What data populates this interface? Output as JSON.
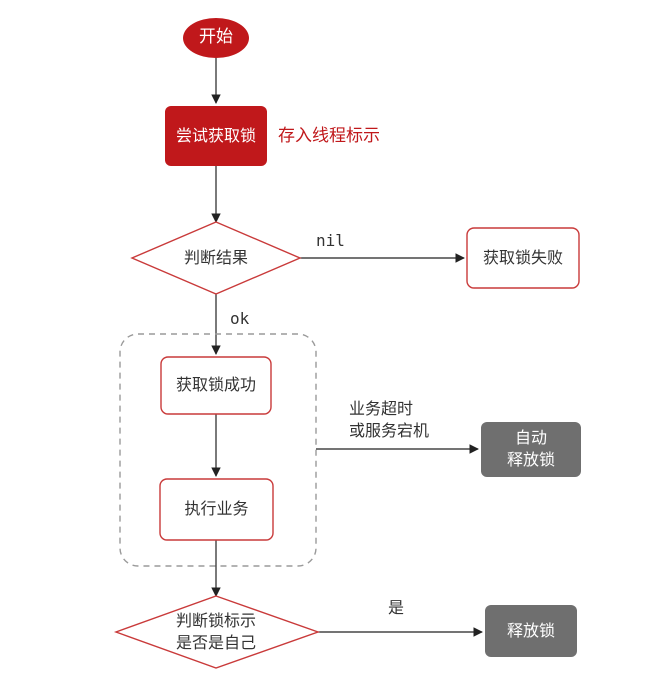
{
  "nodes": {
    "start": "开始",
    "try_lock": "尝试获取锁",
    "try_lock_note": "存入线程标示",
    "judge_result": "判断结果",
    "lock_failed": "获取锁失败",
    "lock_success": "获取锁成功",
    "execute_business": "执行业务",
    "auto_release_line1": "自动",
    "auto_release_line2": "释放锁",
    "judge_owner_line1": "判断锁标示",
    "judge_owner_line2": "是否是自己",
    "release_lock": "释放锁"
  },
  "edges": {
    "nil": "nil",
    "ok": "ok",
    "timeout_line1": "业务超时",
    "timeout_line2": "或服务宕机",
    "yes": "是"
  },
  "colors": {
    "primary_red": "#c0181b",
    "node_border": "#c93a3a",
    "gray_fill": "#6f6f6f",
    "dashed_border": "#9a9a9a",
    "arrow": "#222222"
  }
}
